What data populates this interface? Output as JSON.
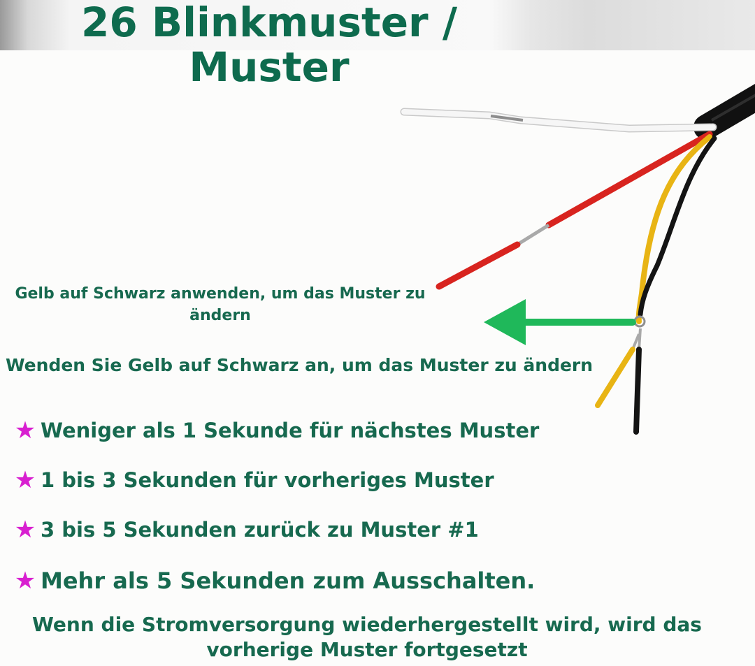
{
  "title": {
    "line1": "26 Blinkmuster /",
    "line2": "Muster"
  },
  "notes": {
    "apply_short": "Gelb auf Schwarz anwenden, um das Muster zu ändern",
    "apply_long": "Wenden Sie Gelb auf Schwarz an, um das Muster zu ändern"
  },
  "rules": [
    {
      "icon": "star-icon",
      "text": "Weniger als 1 Sekunde für nächstes Muster"
    },
    {
      "icon": "star-icon",
      "text": "1 bis 3 Sekunden für vorheriges Muster"
    },
    {
      "icon": "star-icon",
      "text": "3 bis 5 Sekunden zurück zu Muster #1"
    },
    {
      "icon": "star-icon",
      "text": "Mehr als 5 Sekunden zum Ausschalten."
    }
  ],
  "footer": {
    "line1": "Wenn die Stromversorgung wiederhergestellt wird, wird das",
    "line2": "vorherige Muster fortgesetzt"
  },
  "colors": {
    "text_green": "#17694f",
    "title_green": "#0e6b4e",
    "star_magenta": "#d81fd0",
    "arrow_green": "#1fb85a",
    "wire_red": "#d8241f",
    "wire_yellow": "#e8b414",
    "wire_black": "#141414",
    "wire_white": "#f2f2f2"
  }
}
